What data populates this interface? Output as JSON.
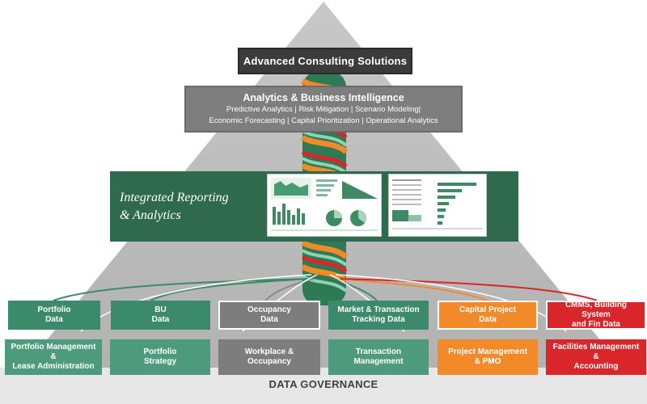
{
  "title": "Advanced Consulting Solutions",
  "abi": {
    "heading": "Analytics & Business Intelligence",
    "line1": "Predictive Analytics | Risk Mitigation | Scenario Modeling|",
    "line2": "Economic Forecasting | Capital Prioritization | Operational Analytics"
  },
  "reporting": {
    "title": "Integrated Reporting\n& Analytics"
  },
  "columns": [
    {
      "data": "Portfolio\nData",
      "function": "Portfolio Management &\nLease Administration",
      "color": "#3c8a6c"
    },
    {
      "data": "BU\nData",
      "function": "Portfolio\nStrategy",
      "color": "#3c8a6c"
    },
    {
      "data": "Occupancy\nData",
      "function": "Workplace &\nOccupancy",
      "color": "#7d7d7d"
    },
    {
      "data": "Market & Transaction\nTracking Data",
      "function": "Transaction\nManagement",
      "color": "#3c8a6c"
    },
    {
      "data": "Capital Project\nData",
      "function": "Project Management\n& PMO",
      "color": "#f28a2a"
    },
    {
      "data": "CMMS, Building System\nand Fin Data",
      "function": "Facilities Management &\nAccounting",
      "color": "#d8262a"
    }
  ],
  "footer": "DATA GOVERNANCE"
}
